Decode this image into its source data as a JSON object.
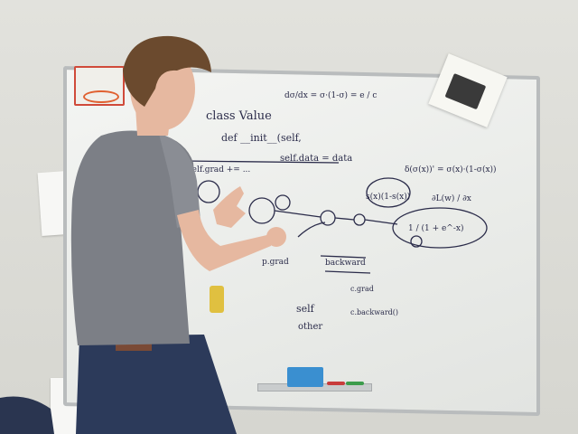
{
  "scene": {
    "description_tag": "photo",
    "whiteboard": {
      "lines": [
        {
          "id": "l1",
          "text": "class Value"
        },
        {
          "id": "l2",
          "text": "def __init__(self,"
        },
        {
          "id": "l3",
          "text": "self.data = data"
        },
        {
          "id": "l4",
          "text": "self.grad += ..."
        },
        {
          "id": "l5",
          "text": "backward"
        },
        {
          "id": "l6",
          "text": "p.grad"
        },
        {
          "id": "l7",
          "text": "self"
        },
        {
          "id": "l8",
          "text": "other"
        },
        {
          "id": "l9",
          "text": "c.grad"
        },
        {
          "id": "l10",
          "text": "c.backward()"
        },
        {
          "id": "l11",
          "text": "δ(σ(x))' = σ(x)·(1-σ(x))"
        },
        {
          "id": "l12",
          "text": "s(x)(1-s(x))"
        },
        {
          "id": "l13",
          "text": "1 / (1 + e^-x)"
        },
        {
          "id": "l14",
          "text": "dσ/dx = σ·(1-σ) = e / c"
        },
        {
          "id": "l15",
          "text": "∂L(w) / ∂x"
        }
      ]
    },
    "colors": {
      "marker_ink": "#2b2c4a",
      "wall": "#d9d9d4",
      "shirt": "#7c7f86",
      "jeans": "#2c3a5a",
      "hair": "#6b4a2e",
      "skin": "#e6b8a0"
    }
  }
}
